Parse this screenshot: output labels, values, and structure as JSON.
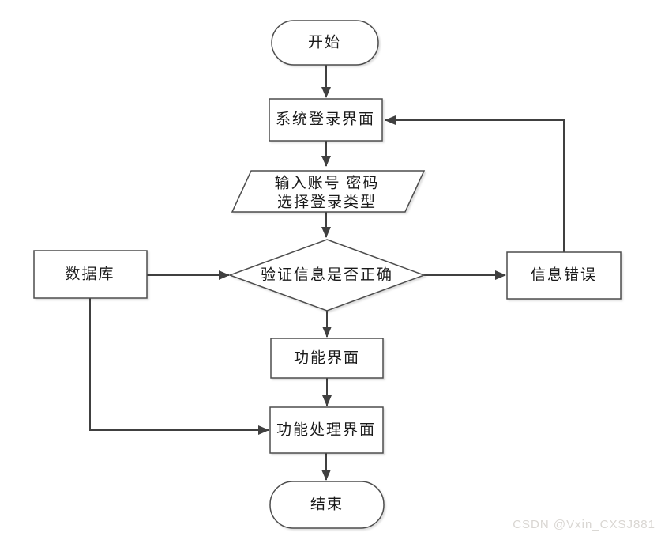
{
  "colors": {
    "background": "#ffffff",
    "shape_fill": "#ffffff",
    "border": "#4d4d4d",
    "line": "#404040",
    "text": "#1a1a1a",
    "watermark": "#d9d6d2"
  },
  "nodes": {
    "start": {
      "type": "terminator",
      "label": "开始"
    },
    "login": {
      "type": "process",
      "label": "系统登录界面"
    },
    "input": {
      "type": "input-output",
      "lines": [
        "输入账号 密码",
        "选择登录类型"
      ]
    },
    "decision": {
      "type": "decision",
      "label": "验证信息是否正确"
    },
    "database": {
      "type": "process",
      "label": "数据库"
    },
    "error": {
      "type": "process",
      "label": "信息错误"
    },
    "function": {
      "type": "process",
      "label": "功能界面"
    },
    "function_process": {
      "type": "process",
      "label": "功能处理界面"
    },
    "end": {
      "type": "terminator",
      "label": "结束"
    }
  },
  "edges": [
    {
      "from": "start",
      "to": "login"
    },
    {
      "from": "login",
      "to": "input"
    },
    {
      "from": "input",
      "to": "decision"
    },
    {
      "from": "database",
      "to": "decision"
    },
    {
      "from": "decision",
      "to": "error"
    },
    {
      "from": "error",
      "to": "login"
    },
    {
      "from": "decision",
      "to": "function"
    },
    {
      "from": "function",
      "to": "function_process"
    },
    {
      "from": "database",
      "to": "function_process"
    },
    {
      "from": "function_process",
      "to": "end"
    }
  ],
  "watermark": {
    "text": "CSDN @Vxin_CXSJ881"
  }
}
